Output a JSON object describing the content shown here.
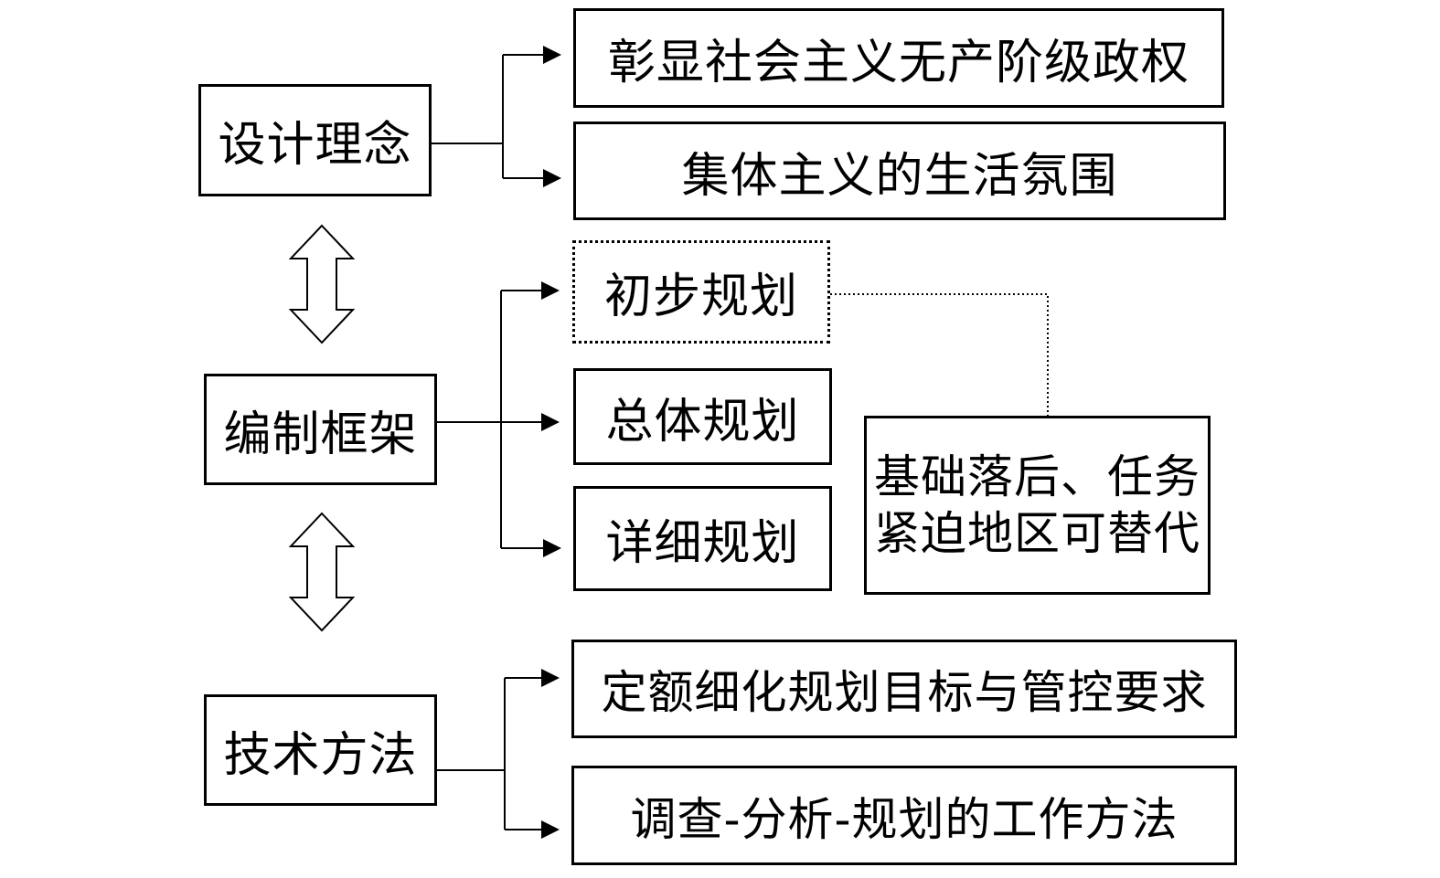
{
  "left": {
    "design_concept": "设计理念",
    "framework": "编制框架",
    "technique": "技术方法"
  },
  "design": {
    "item1": "彰显社会主义无产阶级政权",
    "item2": "集体主义的生活氛围"
  },
  "framework": {
    "preliminary": "初步规划",
    "overall": "总体规划",
    "detailed": "详细规划",
    "note_line1": "基础落后、任务",
    "note_line2": "紧迫地区可替代"
  },
  "technique": {
    "item1": "定额细化规划目标与管控要求",
    "item2": "调查-分析-规划的工作方法"
  }
}
